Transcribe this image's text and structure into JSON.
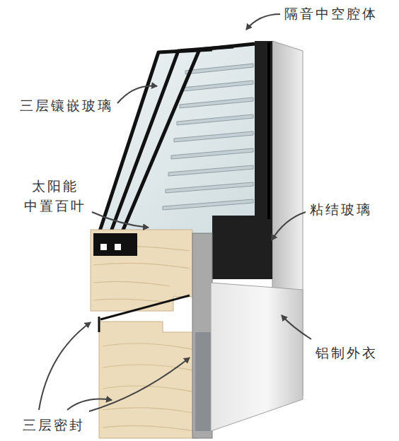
{
  "diagram": {
    "labels": [
      "隔音中空腔体",
      "三层镶嵌玻璃",
      "太阳能 中置百叶",
      "粘结玻璃",
      "铝制外衣",
      "三层密封"
    ]
  }
}
